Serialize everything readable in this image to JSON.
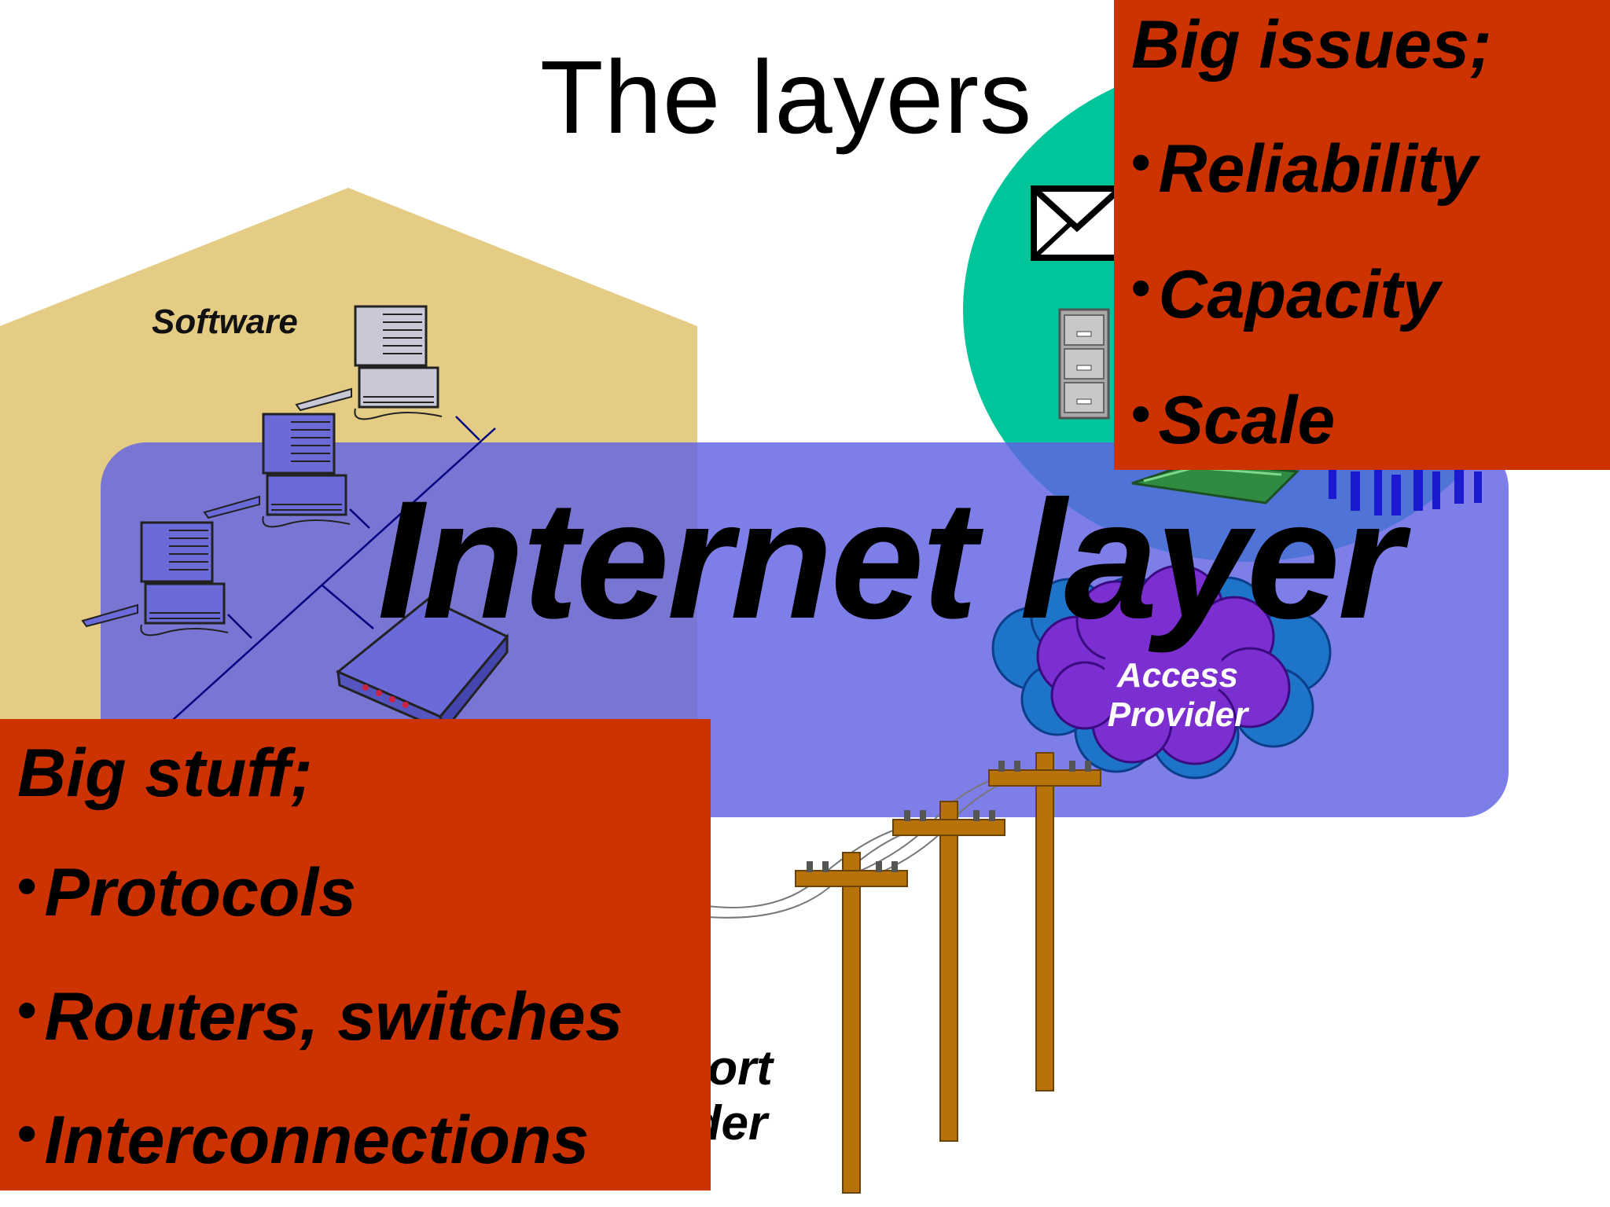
{
  "title": "The layers",
  "labels": {
    "software": "Software",
    "internet_layer": "Internet layer",
    "access_provider": [
      "Access",
      "Provider"
    ],
    "transport_provider": [
      "nsport",
      "ovider"
    ]
  },
  "big_issues": {
    "heading": "Big issues;",
    "items": [
      "Reliability",
      "Capacity",
      "Scale"
    ]
  },
  "big_stuff": {
    "heading": "Big stuff;",
    "items": [
      "Protocols",
      "Routers, switches",
      "Interconnections"
    ]
  },
  "bullet_glyph": "•",
  "colors": {
    "house": "#e4cc85",
    "internet_band": "#6f6fe6",
    "app_ellipse": "#00c49a",
    "red_box": "#cc3300",
    "cloud": "#7c2fd0",
    "pole": "#b8720a"
  },
  "icons": [
    "computer-icon",
    "modem-icon",
    "envelope-icon",
    "file-cabinet-icon",
    "book-icon",
    "people-icon",
    "cloud-icon",
    "utility-pole-icon"
  ]
}
